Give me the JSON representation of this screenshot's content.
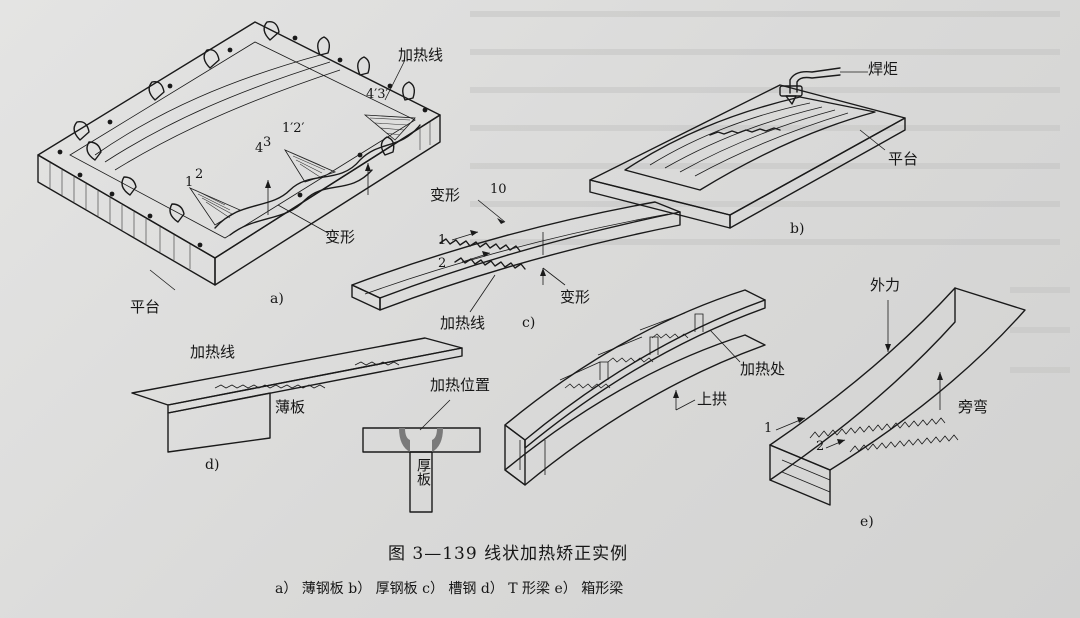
{
  "labels": {
    "a_heat_line": "加热线",
    "a_deform": "变形",
    "a_platform": "平台",
    "a_panel": "a)",
    "a_n1": "1",
    "a_n2": "2",
    "a_n3": "3",
    "a_n4": "4",
    "a_n1p2p": "1′2′",
    "a_n4p3p": "4′3′",
    "b_torch": "焊炬",
    "b_platform": "平台",
    "b_panel": "b)",
    "c_deform_top": "变形",
    "c_n10": "10",
    "c_n1": "1",
    "c_n2": "2",
    "c_deform_right": "变形",
    "c_heat_line": "加热线",
    "c_panel": "c)",
    "d_heat_line": "加热线",
    "d_thin_plate": "薄板",
    "d_heat_pos": "加热位置",
    "d_thick_plate": "厚板",
    "d_panel": "d)",
    "t_heat_place": "加热处",
    "t_arch": "上拱",
    "e_force": "外力",
    "e_side_bend": "旁弯",
    "e_n1": "1",
    "e_n2": "2",
    "e_panel": "e)"
  },
  "caption": {
    "title": "图 3—139    线状加热矫正实例",
    "subtitle": "a） 薄钢板   b） 厚钢板   c） 槽钢   d） T 形梁   e） 箱形梁"
  },
  "colors": {
    "ink": "#1a1a1a",
    "paper": "#dcdcdb",
    "heat_mark": "#7a7a7a"
  }
}
